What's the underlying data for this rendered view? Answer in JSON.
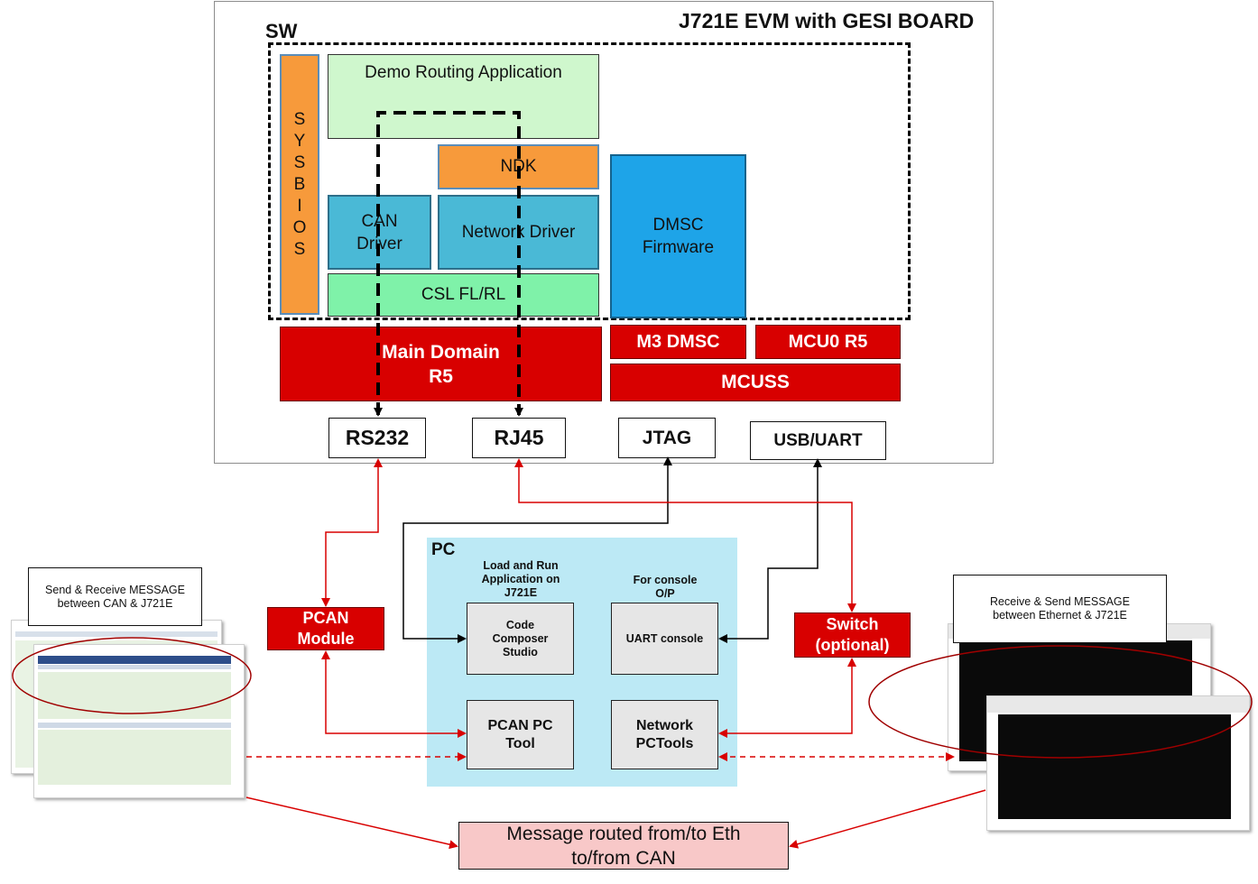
{
  "board": {
    "title": "J721E EVM with GESI BOARD"
  },
  "sw": {
    "label": "SW",
    "sysbios_letters": [
      "S",
      "Y",
      "S",
      "B",
      "I",
      "O",
      "S"
    ],
    "demo_app": "Demo Routing Application",
    "ndk": "NDK",
    "can_driver": [
      "CAN",
      "Driver"
    ],
    "network_driver": "Network Driver",
    "csl": "CSL FL/RL",
    "dmsc_firmware": [
      "DMSC",
      "Firmware"
    ]
  },
  "hardware": {
    "main_domain": [
      "Main Domain",
      "R5"
    ],
    "m3_dmsc": "M3 DMSC",
    "mcu0_r5": "MCU0 R5",
    "mcuss": "MCUSS"
  },
  "ports": {
    "rs232": "RS232",
    "rj45": "RJ45",
    "jtag": "JTAG",
    "usb_uart": "USB/UART"
  },
  "pc": {
    "label": "PC",
    "load_run_caption": [
      "Load and Run",
      "Application on",
      "J721E"
    ],
    "console_caption": [
      "For console",
      "O/P"
    ],
    "ccs": [
      "Code",
      "Composer",
      "Studio"
    ],
    "uart_console": "UART console",
    "pcan_pc_tool": [
      "PCAN PC",
      "Tool"
    ],
    "network_pctools": [
      "Network",
      "PCTools"
    ]
  },
  "external": {
    "pcan_module": [
      "PCAN",
      "Module"
    ],
    "switch": [
      "Switch",
      "(optional)"
    ],
    "message_routed": [
      "Message routed from/to Eth",
      "to/from CAN"
    ],
    "callout_left": [
      "Send & Receive MESSAGE",
      "between CAN & J721E"
    ],
    "callout_right": [
      "Receive & Send MESSAGE",
      "between Ethernet & J721E"
    ]
  },
  "colors": {
    "red": "#d80000",
    "orange": "#f79a3b",
    "teal": "#4ab9d6",
    "blue": "#1ea4e8",
    "light_green": "#cff7cd",
    "green": "#7ff2a9",
    "pc_background": "#bce9f5",
    "message_box": "#f8c8c8"
  }
}
